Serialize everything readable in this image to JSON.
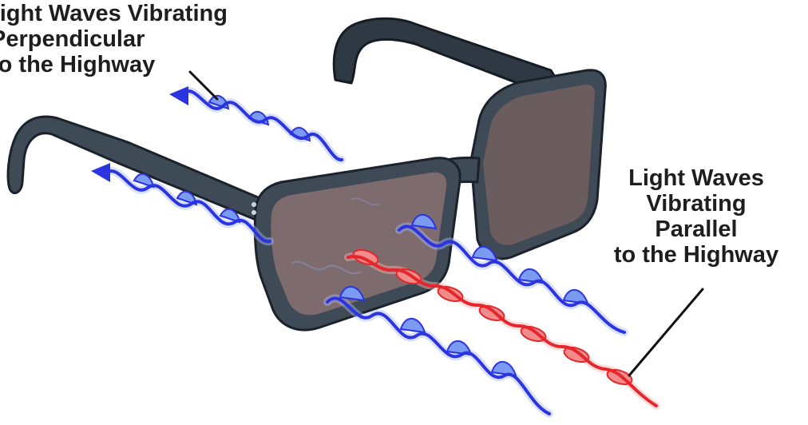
{
  "labels": {
    "perpendicular": [
      "Light Waves Vibrating",
      "Perpendicular",
      "to the Highway"
    ],
    "parallel": [
      "Light Waves",
      "Vibrating",
      "Parallel",
      "to the Highway"
    ]
  },
  "colors": {
    "perpendicular_wave": "#2b34e0",
    "parallel_wave": "#e5272c",
    "frame": "#3f4a57",
    "lens": "#6b5c5e"
  }
}
